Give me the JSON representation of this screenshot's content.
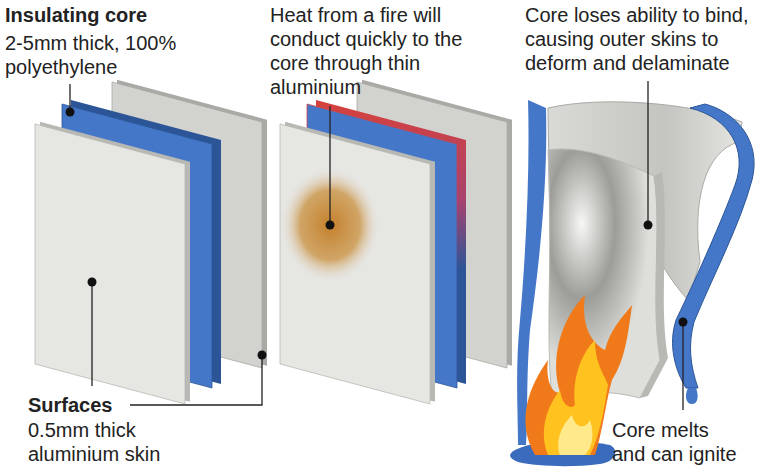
{
  "diagram": {
    "labels": [
      "Insulating core",
      "2-5mm thick, 100% polyethylene",
      "Heat from a fire will conduct quickly to the core through thin aluminium",
      "Core loses ability to bind, causing outer skins to deform and delaminate",
      "Surfaces",
      "0.5mm thick aluminium skin",
      "Core melts and can ignite"
    ]
  }
}
